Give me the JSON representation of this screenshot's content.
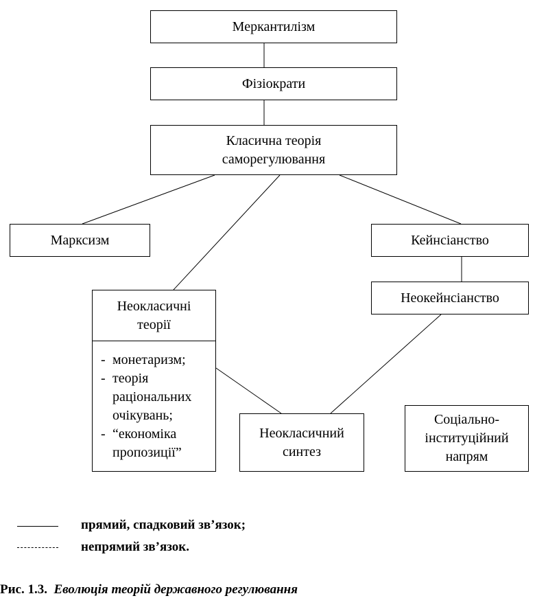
{
  "nodes": {
    "mercantilism": "Меркантилізм",
    "physiocrats": "Фізіократи",
    "classical_line1": "Класична теорія",
    "classical_line2": "саморегулювання",
    "marxism": "Марксизм",
    "keynesianism": "Кейнсіанство",
    "neo_keynesianism": "Неокейнсіанство",
    "neoclassical_line1": "Неокласичні",
    "neoclassical_line2": "теорії",
    "neoclassical_items": [
      "монетаризм;",
      "теорія раціональних очікувань;",
      "“економіка пропозиції”"
    ],
    "synthesis_line1": "Неокласичний",
    "synthesis_line2": "синтез",
    "social_line1": "Соціально-",
    "social_line2": "інституційний",
    "social_line3": "напрям"
  },
  "legend": {
    "direct": "прямий, спадковий зв’язок;",
    "indirect": "непрямий зв’язок."
  },
  "caption": {
    "label": "Рис. 1.3.",
    "title": "Еволюція теорій державного регулювання"
  }
}
